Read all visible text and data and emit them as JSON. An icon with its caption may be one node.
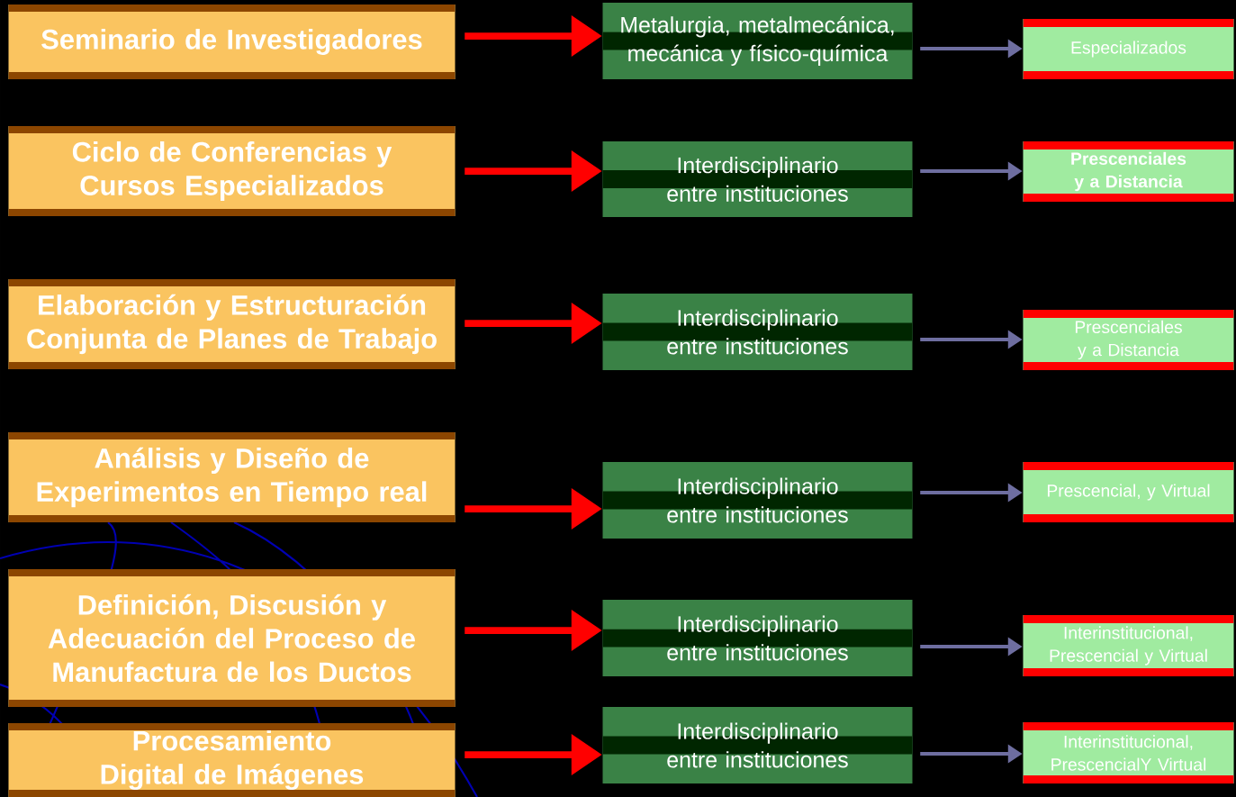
{
  "diagram": {
    "nodes": [
      {
        "text": [
          "Seminario de Investigadores"
        ]
      },
      {
        "text": [
          "Ciclo de Conferencias y Cursos Especializados"
        ]
      },
      {
        "text": [
          "Elaboración y Estructuración Conjunta de Planes de Trabajo"
        ]
      },
      {
        "text": [
          "Análisis y Diseño de Experimentos en Tiempo real"
        ]
      },
      {
        "text": [
          "Definición, Discusión y Adecuación del Proceso de Manufactura de los Ductos"
        ]
      },
      {
        "text": [
          "Procesamiento Digital de Imágenes"
        ]
      },
      {
        "text": [
          "Metalurgia, metalmecánica, mecánica y físico-química"
        ]
      },
      {
        "text": [
          "Interdisciplinario entre instituciones"
        ]
      },
      {
        "text": [
          "Interdisciplinario entre instituciones"
        ]
      },
      {
        "text": [
          "Interdisciplinario entre instituciones"
        ]
      },
      {
        "text": [
          "Interdisciplinario entre instituciones"
        ]
      },
      {
        "text": [
          "Interdisciplinario entre instituciones"
        ]
      },
      {
        "text": [
          "Especializados"
        ]
      },
      {
        "text": [
          "Prescenciales y a Distancia"
        ]
      },
      {
        "text": [
          "Prescenciales y a Distancia"
        ]
      },
      {
        "text": [
          "Prescencial, y Virtual"
        ]
      },
      {
        "text": [
          "Interinstitucional, Prescencial y Virtual"
        ]
      },
      {
        "text": [
          "Interinstitucional, PrescencialY Virtual"
        ]
      }
    ],
    "edges": [
      {
        "from": 0,
        "to": 6,
        "arrow": "to",
        "style": "thick",
        "color": "#ff0000"
      },
      {
        "from": 1,
        "to": 7,
        "arrow": "to",
        "style": "thick",
        "color": "#ff0000"
      },
      {
        "from": 2,
        "to": 8,
        "arrow": "to",
        "style": "thick",
        "color": "#ff0000"
      },
      {
        "from": 3,
        "to": 9,
        "arrow": "to",
        "style": "thick",
        "color": "#ff0000"
      },
      {
        "from": 4,
        "to": 10,
        "arrow": "to",
        "style": "thick",
        "color": "#ff0000"
      },
      {
        "from": 5,
        "to": 11,
        "arrow": "to",
        "style": "thick",
        "color": "#ff0000"
      },
      {
        "from": 6,
        "to": 12,
        "arrow": "to",
        "color": "#6e6ea0"
      },
      {
        "from": 7,
        "to": 13,
        "arrow": "to",
        "color": "#6e6ea0"
      },
      {
        "from": 8,
        "to": 14,
        "arrow": "to",
        "color": "#6e6ea0"
      },
      {
        "from": 9,
        "to": 15,
        "arrow": "to",
        "color": "#6e6ea0"
      },
      {
        "from": 10,
        "to": 16,
        "arrow": "to",
        "color": "#6e6ea0"
      },
      {
        "from": 11,
        "to": 17,
        "arrow": "to",
        "color": "#6e6ea0"
      }
    ]
  }
}
